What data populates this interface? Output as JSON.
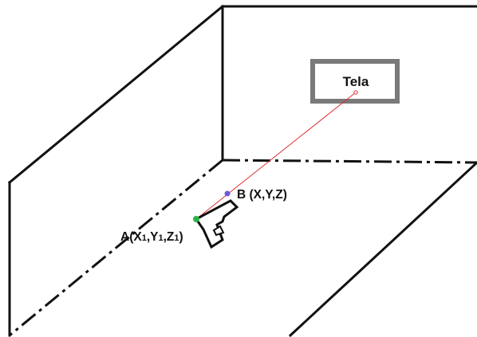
{
  "screen": {
    "label": "Tela"
  },
  "point_a": {
    "label": "A(X",
    "sub_x": "1",
    "sep1": ",Y",
    "sub_y": "1",
    "sep2": ",Z",
    "sub_z": "1",
    "close": ")"
  },
  "point_b": {
    "label": "B (X,Y,Z)"
  },
  "colors": {
    "wall_line": "#111111",
    "screen_border": "#7a7a7a",
    "ray": "#e03030",
    "point_a": "#2db34a",
    "point_b": "#6b5ad6",
    "ray_target": "#e03030"
  }
}
